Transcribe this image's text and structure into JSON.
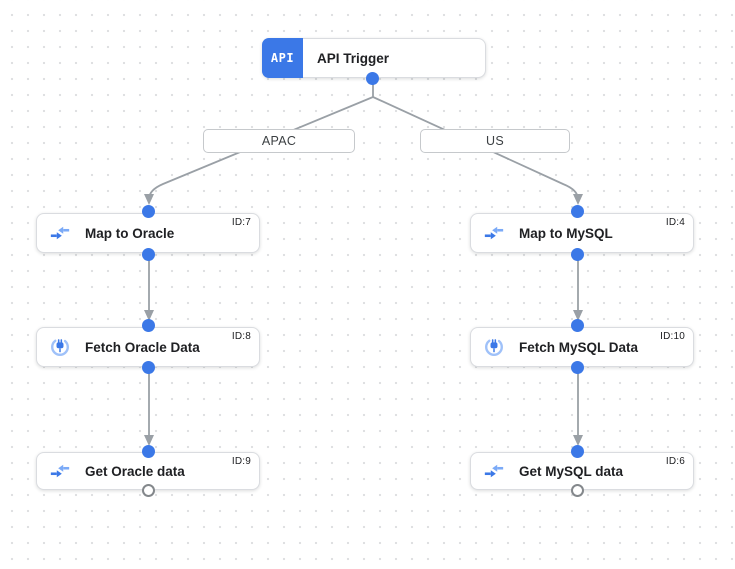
{
  "trigger": {
    "icon_text": "API",
    "label": "API Trigger"
  },
  "branches": [
    {
      "label": "APAC"
    },
    {
      "label": "US"
    }
  ],
  "nodes": [
    {
      "id": "ID:7",
      "label": "Map to Oracle",
      "icon": "data-mapping-icon"
    },
    {
      "id": "ID:8",
      "label": "Fetch Oracle Data",
      "icon": "connector-icon"
    },
    {
      "id": "ID:9",
      "label": "Get Oracle data",
      "icon": "data-mapping-icon"
    },
    {
      "id": "ID:4",
      "label": "Map to MySQL",
      "icon": "data-mapping-icon"
    },
    {
      "id": "ID:10",
      "label": "Fetch MySQL Data",
      "icon": "connector-icon"
    },
    {
      "id": "ID:6",
      "label": "Get MySQL data",
      "icon": "data-mapping-icon"
    }
  ],
  "colors": {
    "accent_blue": "#3b78e7",
    "icon_blue_light": "#7baaf7",
    "connector_ring_blue": "#9fc1f9",
    "edge_gray": "#9aa0a6",
    "node_border": "#dadce0",
    "text_dark": "#202124",
    "grid_dot": "#dfe0e2"
  }
}
